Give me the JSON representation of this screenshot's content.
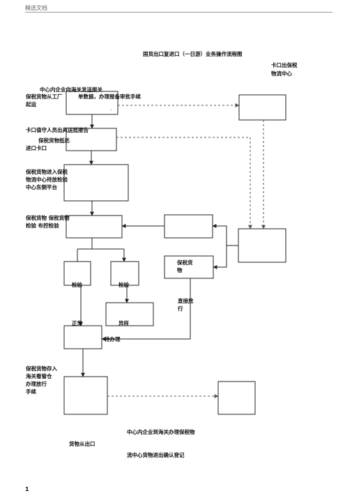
{
  "header": {
    "label": "精选文档"
  },
  "title": "国货出口复进口（一日游）业务操作流程图",
  "page_number": "1",
  "labels": {
    "kakou_zhongxin_1": "卡口出保税",
    "kakou_zhongxin_2": "物流中心",
    "step1_a": "中心内企业向海关发送报关",
    "step1_b": "保税货物从工厂",
    "step1_c": "单数据，办理报备审批手续",
    "step1_d": "起运",
    "step1_dot": ".",
    "step2_a": "卡口值守人员出具送抵报告",
    "step2_b": "保税货物抵达",
    "step2_c": "进口卡口",
    "step3_a": "保税货物进入保税",
    "step3_b": "物流中心待放检验",
    "step3_c": "中心东侧平台",
    "step4_a": "保税货物  保税货物",
    "step4_b": "检验 布控检验",
    "box_right_a": "保税货",
    "box_right_b": "物",
    "inspect_left": "检验",
    "inspect_right": "检验",
    "direct_a": "直接放",
    "direct_b": "行",
    "normal": "正常",
    "abnormal": "异样",
    "wait": "待办理",
    "step5_a": "保税货物存入",
    "step5_b": "海关看管仓",
    "step5_c": "办理放行",
    "step5_d": "手续",
    "bottom_1": "中心内企业到海关办理保税物",
    "bottom_2": "货物从出口",
    "bottom_3": "流中心货物进出确认登记"
  }
}
